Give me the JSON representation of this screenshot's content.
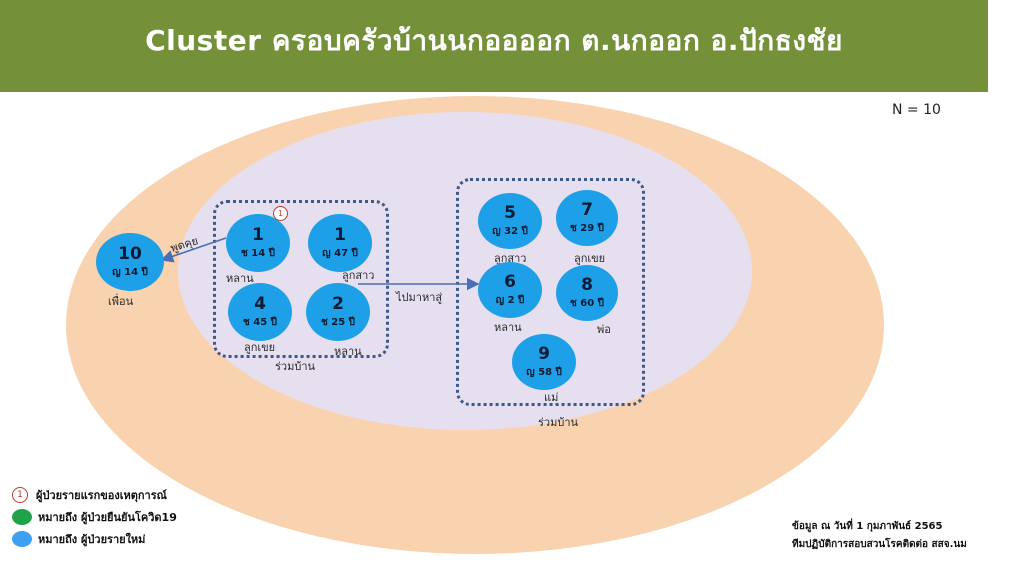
{
  "header": {
    "title": "Cluster ครอบครัวบ้านนกออออก ต.นกออก อ.ปักธงชัย"
  },
  "total_label": "N = 10",
  "groups": [
    {
      "caption": "ร่วมบ้าน"
    },
    {
      "caption": "ร่วมบ้าน"
    }
  ],
  "cases": [
    {
      "num": "1",
      "info": "ช 14 ปี",
      "relation": "หลาน",
      "index": "1"
    },
    {
      "num": "1",
      "info": "ญ 47 ปี",
      "relation": "ลูกสาว"
    },
    {
      "num": "4",
      "info": "ช 45 ปี",
      "relation": "ลูกเขย"
    },
    {
      "num": "2",
      "info": "ช 25 ปี",
      "relation": "หลาน"
    },
    {
      "num": "10",
      "info": "ญ 14 ปี",
      "relation": "เพื่อน"
    },
    {
      "num": "5",
      "info": "ญ 32 ปี",
      "relation": "ลูกสาว"
    },
    {
      "num": "7",
      "info": "ช 29 ปี",
      "relation": "ลูกเขย"
    },
    {
      "num": "6",
      "info": "ญ 2 ปี",
      "relation": "หลาน"
    },
    {
      "num": "8",
      "info": "ช 60 ปี",
      "relation": "พ่อ"
    },
    {
      "num": "9",
      "info": "ญ 58 ปี",
      "relation": "แม่"
    }
  ],
  "links": [
    {
      "label": "พูดคุย"
    },
    {
      "label": "ไปมาหาสู่"
    }
  ],
  "legend": [
    {
      "symbol": "1",
      "text": "ผู้ป่วยรายแรกของเหตุการณ์"
    },
    {
      "color": "#1fa24a",
      "text": "หมายถึง ผู้ป่วยยืนยันโควิด19"
    },
    {
      "color": "#3ea0f0",
      "text": "หมายถึง ผู้ป่วยรายใหม่"
    }
  ],
  "source": {
    "line1": "ข้อมูล ณ วันที่ 1 กุมภาพันธ์ 2565",
    "line2": "ทีมปฏิบัติการสอบสวนโรคติดต่อ สสจ.นม"
  },
  "colors": {
    "banner": "#74913a",
    "outer_ellipse": "#f9d3b0",
    "inner_ellipse": "#e6dff0",
    "node": "#1ea0e8",
    "group_border": "#3d5a8a",
    "arrow": "#4a6fb5"
  }
}
